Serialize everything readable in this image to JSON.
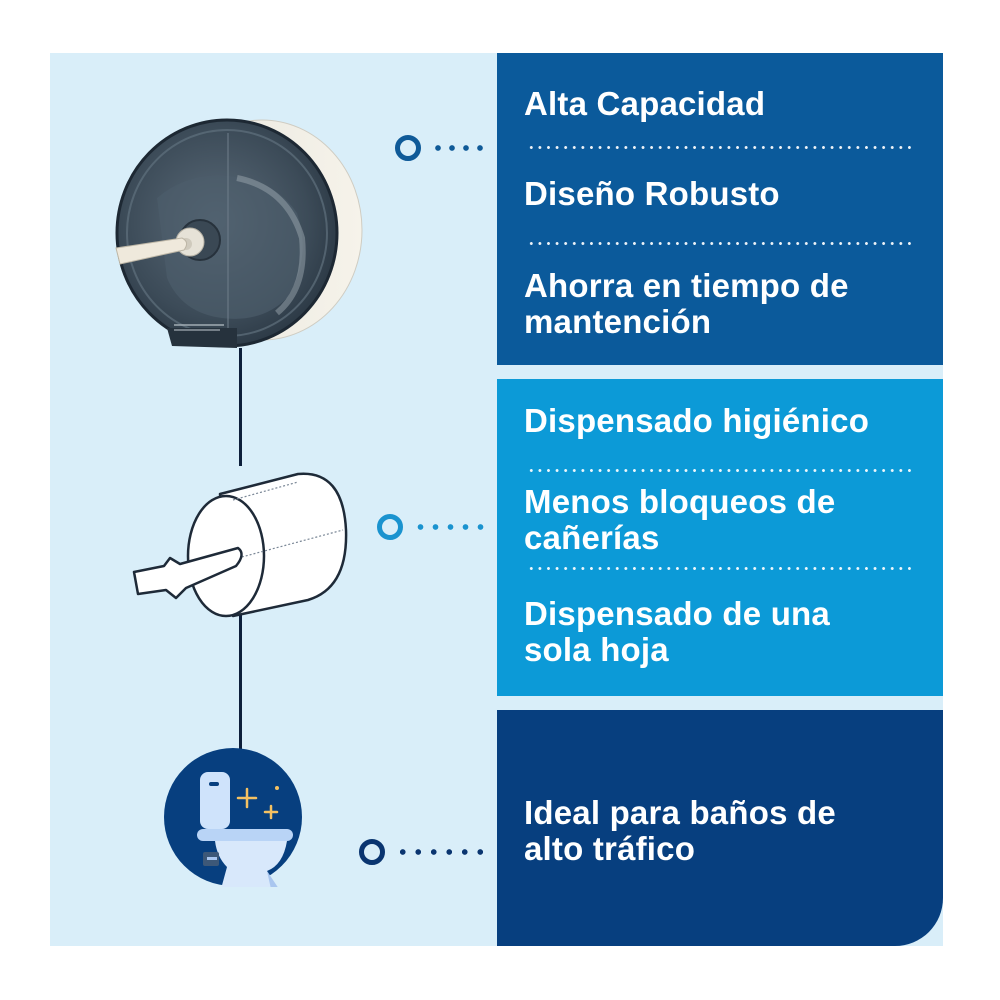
{
  "colors": {
    "background": "#d9eef9",
    "panel_1": "#0b5a9b",
    "panel_2": "#0c9ad7",
    "panel_3": "#073f7f",
    "connector_1": "#0f5a98",
    "connector_2": "#1a93cf",
    "connector_3": "#0a3570",
    "line": "#0d1f3b",
    "text": "#ffffff"
  },
  "illustrations": [
    {
      "name": "toilet-paper-dispenser",
      "description": "Jumbo roll toilet paper dispenser with smoked transparent cover"
    },
    {
      "name": "toilet-paper-roll",
      "description": "Line drawing of a centre-feed paper roll"
    },
    {
      "name": "clean-toilet",
      "description": "Toilet icon with sparkles in a navy circle"
    }
  ],
  "panels": [
    {
      "id": "panel-1",
      "items": [
        {
          "label": "Alta Capacidad"
        },
        {
          "label": "Diseño Robusto"
        },
        {
          "label": "Ahorra en tiempo de mantención"
        }
      ]
    },
    {
      "id": "panel-2",
      "items": [
        {
          "label": "Dispensado higiénico"
        },
        {
          "label": "Menos bloqueos de cañerías"
        },
        {
          "label": "Dispensado de una sola hoja"
        }
      ]
    },
    {
      "id": "panel-3",
      "items": [
        {
          "label": "Ideal para baños de alto tráfico"
        }
      ]
    }
  ]
}
